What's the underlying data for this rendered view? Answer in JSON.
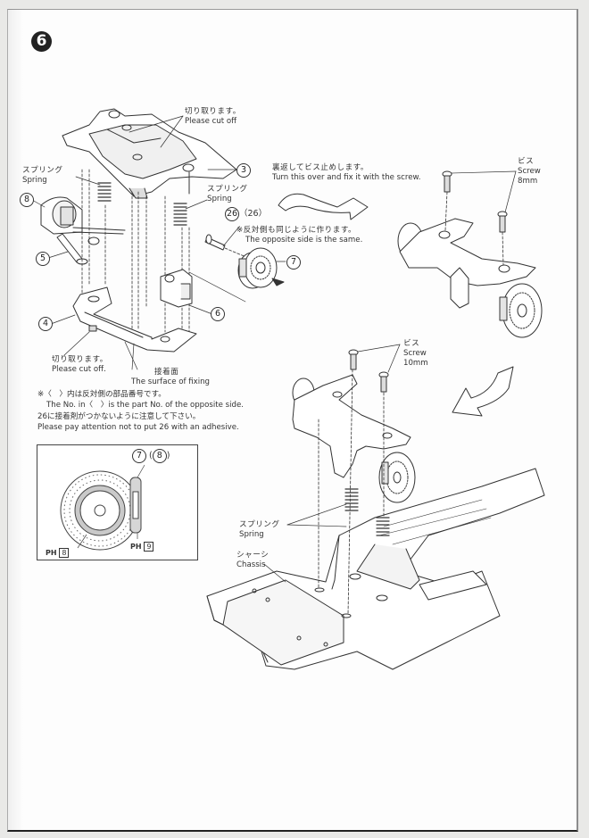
{
  "step": {
    "number": "6"
  },
  "labels": {
    "cut_off_top": {
      "jp": "切り取ります。",
      "en": "Please cut off"
    },
    "spring_left": {
      "jp": "スプリング",
      "en": "Spring"
    },
    "spring_mid": {
      "jp": "スプリング",
      "en": "Spring"
    },
    "part_26_ref": {
      "main": "26",
      "paren": "（26）"
    },
    "opposite_same": {
      "jp": "※反対側も同じように作ります。",
      "en": "The opposite side is the same."
    },
    "turn_over": {
      "jp": "裏返してビス止めします。",
      "en": "Turn this over and fix it with the screw."
    },
    "screw_8mm": {
      "jp": "ビス",
      "en": "Screw",
      "size": "8mm"
    },
    "screw_10mm": {
      "jp": "ビス",
      "en": "Screw",
      "size": "10mm"
    },
    "cut_off_bottom": {
      "jp": "切り取ります。",
      "en": "Please cut off."
    },
    "fixing_surface": {
      "jp": "接着面",
      "en": "The surface of fixing"
    },
    "spring_bottom": {
      "jp": "スプリング",
      "en": "Spring"
    },
    "chassis": {
      "jp": "シャーシ",
      "en": "Chassis"
    }
  },
  "part_numbers": {
    "p3": "3",
    "p4": "4",
    "p5": "5",
    "p6": "6",
    "p7": "7",
    "p8": "8"
  },
  "notes": [
    "※〈　〉内は反対側の部品番号です。",
    "The No. in〈　〉is the part No. of the opposite side.",
    "26に接着剤がつかないように注意して下さい。",
    "Please pay attention not to put 26 with an adhesive."
  ],
  "inset": {
    "ref_main": "7",
    "ref_paren": "8",
    "ph_left": {
      "prefix": "PH",
      "value": "8"
    },
    "ph_right": {
      "prefix": "PH",
      "value": "9"
    }
  }
}
